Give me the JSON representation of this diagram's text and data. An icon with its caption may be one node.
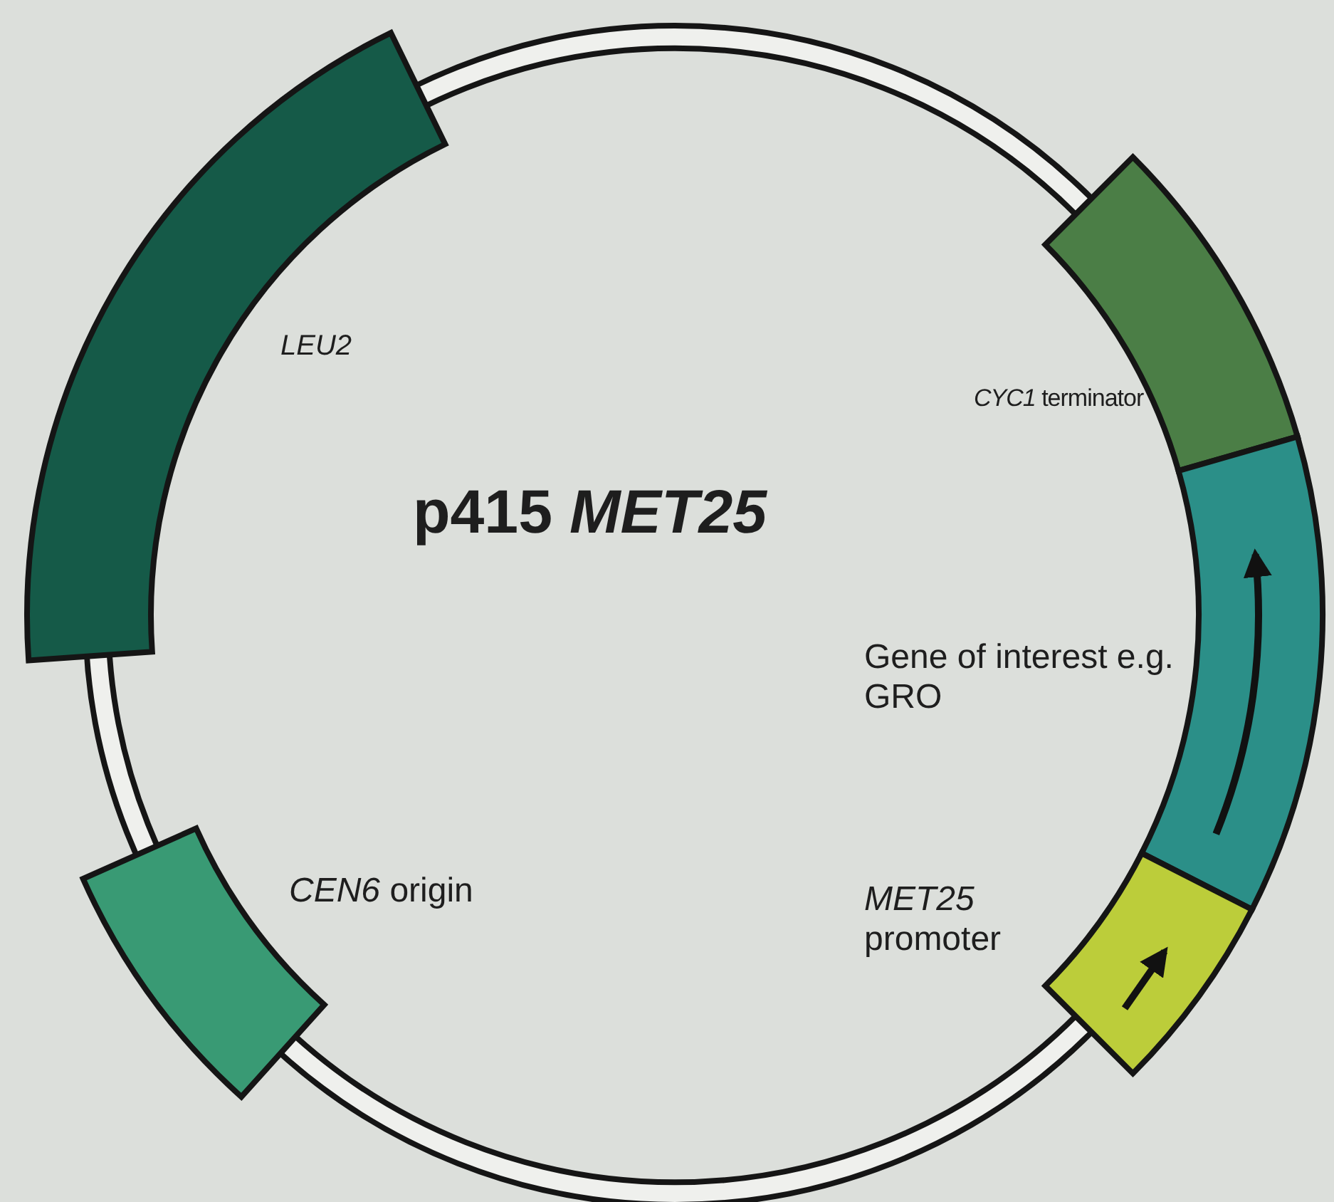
{
  "diagram": {
    "title": "p415 *MET25*",
    "nodes": [
      {
        "text": [
          "LEU2"
        ]
      },
      {
        "text": [
          "*CYC1* terminator"
        ]
      },
      {
        "text": [
          "Gene of interest e.g. GRO"
        ]
      },
      {
        "text": [
          "*MET25* promoter"
        ]
      },
      {
        "text": [
          "*CEN6* origin"
        ]
      }
    ],
    "edges": []
  }
}
